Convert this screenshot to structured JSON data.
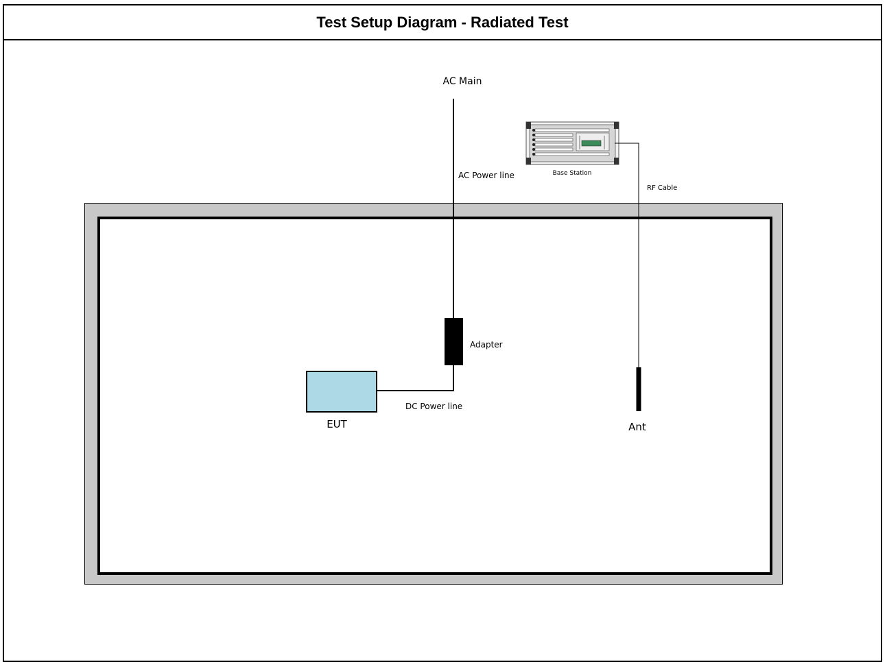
{
  "title": "Test Setup Diagram - Radiated Test",
  "labels": {
    "ac_main": "AC Main",
    "ac_power_line": "AC Power line",
    "base_station": "Base Station",
    "rf_cable": "RF Cable",
    "adapter": "Adapter",
    "dc_power_line": "DC Power line",
    "eut": "EUT",
    "ant": "Ant"
  },
  "colors": {
    "chamber_wall": "#c8c8c8",
    "eut_fill": "#add8e6",
    "base_station_body": "#d6d6d6",
    "base_station_display": "#3a8a5a"
  }
}
